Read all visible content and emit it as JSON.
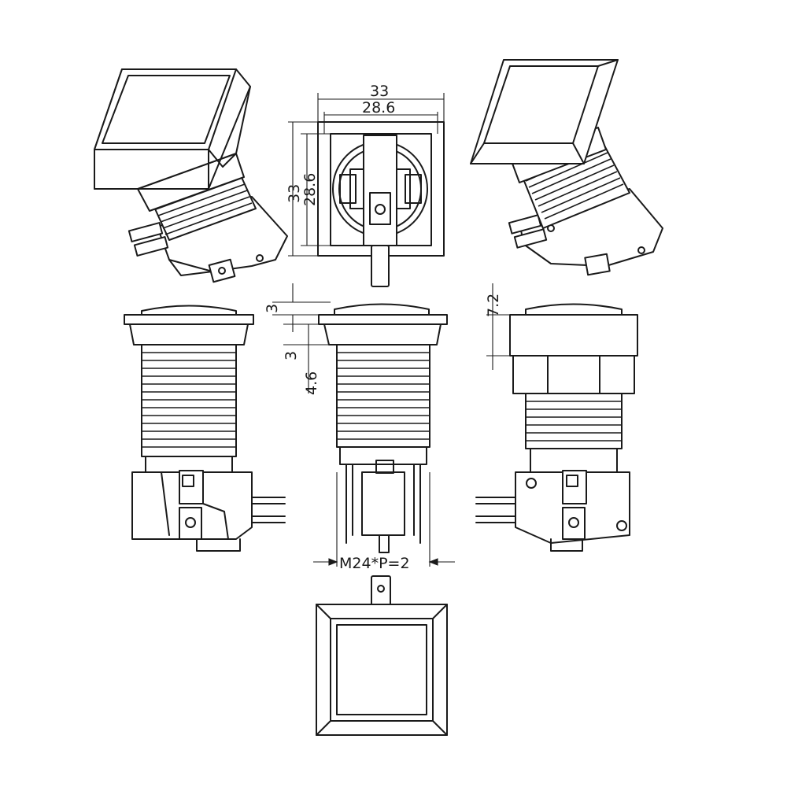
{
  "dimensions": {
    "top_width_outer": "33",
    "top_width_inner": "28.6",
    "top_height_outer": "33",
    "top_height_inner": "28.6",
    "cap_height": "3",
    "bezel_thickness": "3",
    "bezel_to_thread": "4.6",
    "side_cap_height": "7.2",
    "thread_spec": "M24*P=2"
  },
  "colors": {
    "line": "#1a1a1a",
    "background": "#ffffff"
  }
}
